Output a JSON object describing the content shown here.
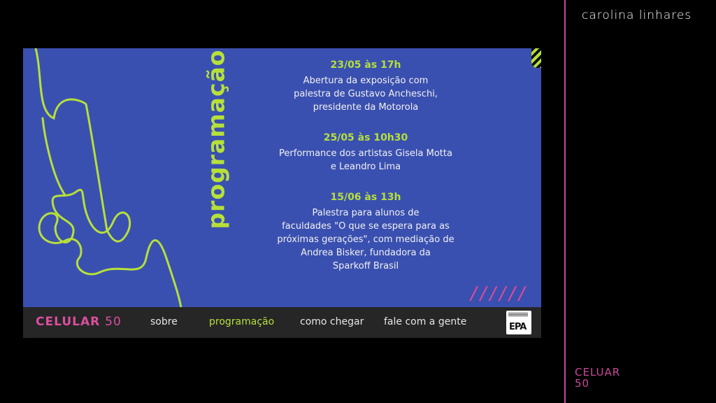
{
  "author": "carolina linhares",
  "project": {
    "line1": "CELUAR",
    "line2": "50"
  },
  "slide": {
    "vertical_title": "programação",
    "events": [
      {
        "date": "23/05 às 17h",
        "lines": [
          "Abertura da exposição com",
          "palestra de Gustavo Ancheschi,",
          "presidente da Motorola"
        ]
      },
      {
        "date": "25/05 às 10h30",
        "lines": [
          "Performance dos artistas Gisela Motta",
          "e Leandro Lima"
        ]
      },
      {
        "date": "15/06 às 13h",
        "lines": [
          "Palestra para alunos de",
          "faculdades \"O que se espera para as",
          "próximas gerações\", com mediação de",
          "Andrea Bisker, fundadora da",
          "Sparkoff Brasil"
        ]
      }
    ],
    "slashes": "//////"
  },
  "navbar": {
    "brand": "CELULAR",
    "brand_number": "50",
    "items": [
      "sobre",
      "programação",
      "como chegar",
      "fale com a gente"
    ],
    "active_index": 1
  },
  "colors": {
    "background": "#000000",
    "slide": "#3a50b0",
    "accent_green": "#b6e03a",
    "accent_pink": "#c9489a",
    "navbar": "#262626"
  }
}
